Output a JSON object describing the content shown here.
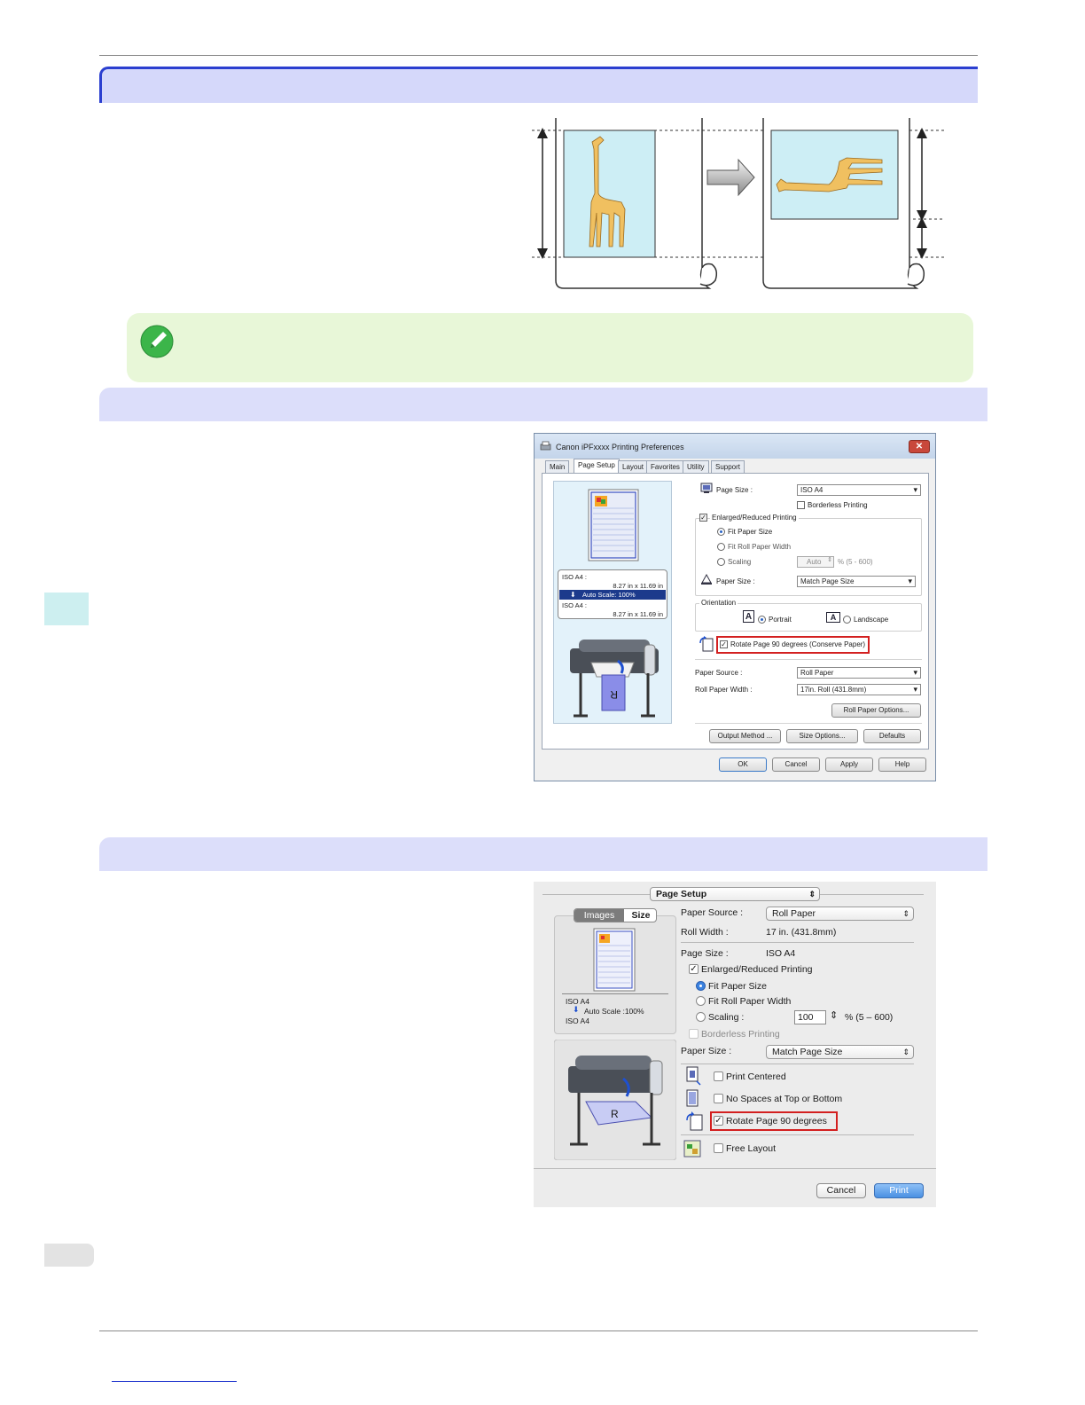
{
  "windows_dialog": {
    "title": "Canon iPFxxxx Printing Preferences",
    "close_glyph": "✕",
    "tabs": [
      "Main",
      "Page Setup",
      "Layout",
      "Favorites",
      "Utility",
      "Support"
    ],
    "preview_info": {
      "line1_label": "ISO A4 :",
      "line1_size": "8.27 in x 11.69 in",
      "scale": "Auto Scale: 100%",
      "line2_label": "ISO A4 :",
      "line2_size": "8.27 in x 11.69 in"
    },
    "page_size_label": "Page Size :",
    "page_size_value": "ISO A4",
    "borderless_label": "Borderless Printing",
    "enlarged_label": "Enlarged/Reduced Printing",
    "fit_paper_size": "Fit Paper Size",
    "fit_roll_width": "Fit Roll Paper Width",
    "scaling_label": "Scaling",
    "scaling_value": "Auto",
    "scaling_range": "% (5 - 600)",
    "paper_size_label": "Paper Size :",
    "paper_size_value": "Match Page Size",
    "orientation_label": "Orientation",
    "portrait": "Portrait",
    "landscape": "Landscape",
    "orientation_icon": "A",
    "rotate_label": "Rotate Page 90 degrees (Conserve Paper)",
    "paper_source_label": "Paper Source :",
    "paper_source_value": "Roll Paper",
    "roll_width_label": "Roll Paper Width :",
    "roll_width_value": "17in. Roll (431.8mm)",
    "roll_options_btn": "Roll Paper Options...",
    "output_method_btn": "Output Method ...",
    "size_options_btn": "Size Options...",
    "defaults_btn": "Defaults",
    "ok_btn": "OK",
    "cancel_btn": "Cancel",
    "apply_btn": "Apply",
    "help_btn": "Help",
    "check_glyph": "✓"
  },
  "mac_dialog": {
    "panel_popup": "Page Setup",
    "tab_images": "Images",
    "tab_size": "Size",
    "preview_line1": "ISO A4",
    "preview_scale": "Auto Scale :100%",
    "preview_line2": "ISO A4",
    "paper_source_label": "Paper Source :",
    "paper_source_value": "Roll Paper",
    "roll_width_label": "Roll Width :",
    "roll_width_value": "17 in. (431.8mm)",
    "page_size_label": "Page Size :",
    "page_size_value": "ISO A4",
    "enlarged_label": "Enlarged/Reduced Printing",
    "fit_paper_size": "Fit Paper Size",
    "fit_roll_width": "Fit Roll Paper Width",
    "scaling_label": "Scaling :",
    "scaling_value": "100",
    "scaling_range": "% (5 – 600)",
    "borderless_label": "Borderless Printing",
    "paper_size_label": "Paper Size :",
    "paper_size_value": "Match Page Size",
    "print_centered": "Print Centered",
    "no_spaces": "No Spaces at Top or Bottom",
    "rotate_label": "Rotate Page 90 degrees",
    "free_layout": "Free Layout",
    "cancel_btn": "Cancel",
    "print_btn": "Print",
    "check_glyph": "✓"
  },
  "colors": {
    "header_band": "#d5d8fa",
    "header_accent": "#2b3fd0",
    "note_bg": "#e8f7d8",
    "note_icon": "#3cb54a",
    "highlight_red": "#d32020",
    "sheet_fill": "#cdeef5",
    "giraffe": "#f0c060"
  }
}
